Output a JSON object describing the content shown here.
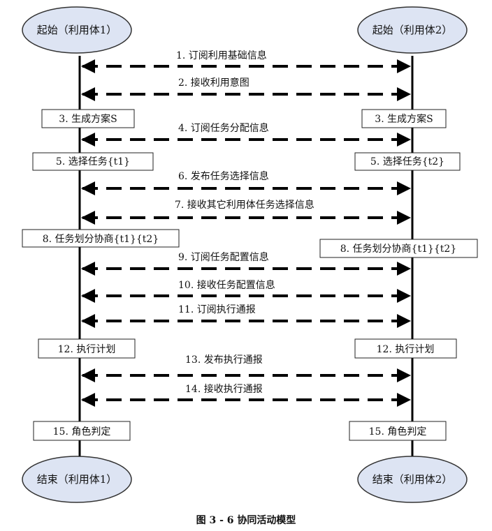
{
  "colors": {
    "oval_fill": "#dde4f3",
    "oval_stroke": "#333333",
    "line": "#000000",
    "box_stroke": "#222222"
  },
  "start": {
    "left": "起始（利用体1）",
    "right": "起始（利用体2）"
  },
  "end": {
    "left": "结束（利用体1）",
    "right": "结束（利用体2）"
  },
  "messages": [
    "1. 订阅利用基础信息",
    "2. 接收利用意图",
    "4. 订阅任务分配信息",
    "6. 发布任务选择信息",
    "7. 接收其它利用体任务选择信息",
    "9. 订阅任务配置信息",
    "10.  接收任务配置信息",
    "11.  订阅执行通报",
    "13. 发布执行通报",
    "14. 接收执行通报"
  ],
  "left_boxes": [
    "3. 生成方案S",
    "5. 选择任务{t1}",
    "8. 任务划分协商{t1}{t2}",
    "12. 执行计划",
    "15. 角色判定"
  ],
  "right_boxes": [
    "3. 生成方案S",
    "5. 选择任务{t2}",
    "8. 任务划分协商{t1}{t2}",
    "12. 执行计划",
    "15. 角色判定"
  ],
  "caption": "图 3 - 6 协同活动模型"
}
